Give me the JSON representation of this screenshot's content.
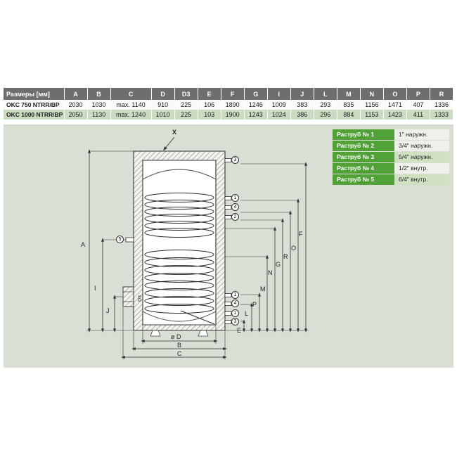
{
  "table": {
    "header": [
      "Размеры [мм]",
      "A",
      "B",
      "C",
      "D",
      "D3",
      "E",
      "F",
      "G",
      "I",
      "J",
      "L",
      "M",
      "N",
      "O",
      "P",
      "R"
    ],
    "rows": [
      {
        "model": "OKC 750 NTRR/BP",
        "values": [
          "2030",
          "1030",
          "max. 1140",
          "910",
          "225",
          "106",
          "1890",
          "1246",
          "1009",
          "383",
          "293",
          "835",
          "1156",
          "1471",
          "407",
          "1336"
        ]
      },
      {
        "model": "OKC 1000 NTRR/BP",
        "values": [
          "2050",
          "1130",
          "max. 1240",
          "1010",
          "225",
          "103",
          "1900",
          "1243",
          "1024",
          "386",
          "296",
          "884",
          "1153",
          "1423",
          "411",
          "1333"
        ]
      }
    ]
  },
  "legend": {
    "rows": [
      {
        "name": "Раструб № 1",
        "value": "1\" наружн."
      },
      {
        "name": "Раструб № 2",
        "value": "3/4\" наружн."
      },
      {
        "name": "Раструб № 3",
        "value": "5/4\" наружн."
      },
      {
        "name": "Раструб № 4",
        "value": "1/2\" внутр."
      },
      {
        "name": "Раструб № 5",
        "value": "6/4\" внутр."
      }
    ]
  },
  "diagram": {
    "section_label": "X",
    "flange_label": "D3",
    "labels": {
      "A": "A",
      "I": "I",
      "J": "J",
      "E": "E",
      "L": "L",
      "P": "P",
      "M": "M",
      "N": "N",
      "G": "G",
      "R": "R",
      "O": "O",
      "F": "F",
      "dia": "ø D",
      "B": "B",
      "C": "C"
    },
    "callouts": [
      "3",
      "1",
      "4",
      "2",
      "5",
      "1",
      "4",
      "1",
      "3"
    ]
  },
  "colors": {
    "header_bg": "#6e6e6e",
    "row_green": "#cbdcc2",
    "diagram_bg": "#d9dfd4",
    "legend_green": "#50a238"
  }
}
